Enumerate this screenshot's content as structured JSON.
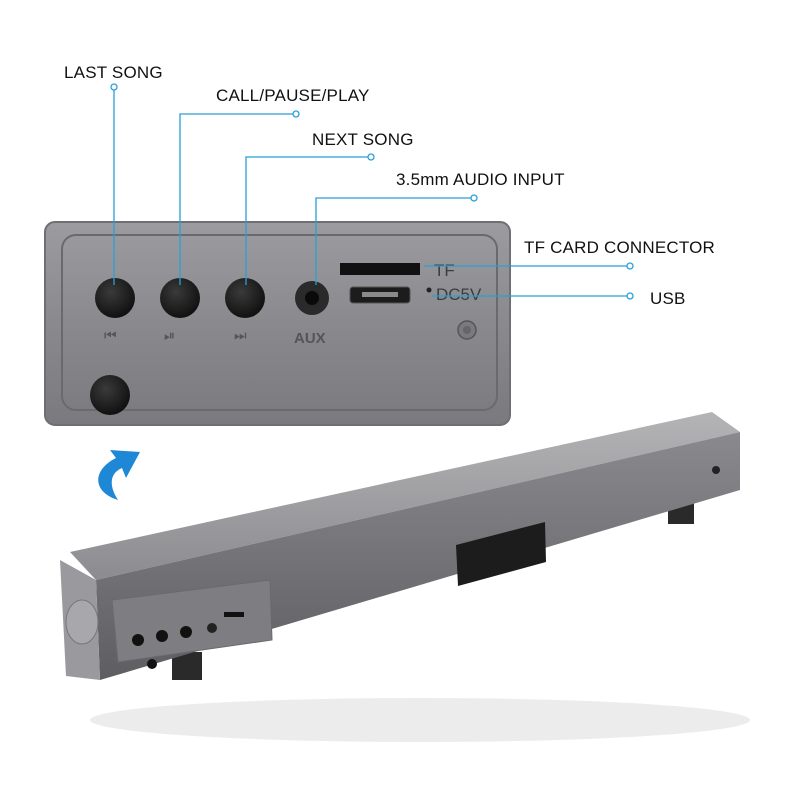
{
  "labels": {
    "last_song": "LAST SONG",
    "call_pause_play": "CALL/PAUSE/PLAY",
    "next_song": "NEXT SONG",
    "audio_input": "3.5mm AUDIO INPUT",
    "tf_card": "TF CARD CONNECTOR",
    "usb": "USB"
  },
  "panel_markings": {
    "aux": "AUX",
    "tf": "TF",
    "dc": "DC5V",
    "prev_symbol": "⏮",
    "play_symbol": "⏯",
    "next_symbol": "⏭"
  },
  "colors": {
    "callout_line": "#2a9fd8",
    "arrow": "#1e88d6",
    "panel_metal": "#8f8f93",
    "button_black": "#1a1a1a"
  },
  "icons": {
    "rotate_arrow": "curved-arrow-icon",
    "prev": "skip-previous-icon",
    "play_pause": "play-pause-icon",
    "next": "skip-next-icon"
  }
}
